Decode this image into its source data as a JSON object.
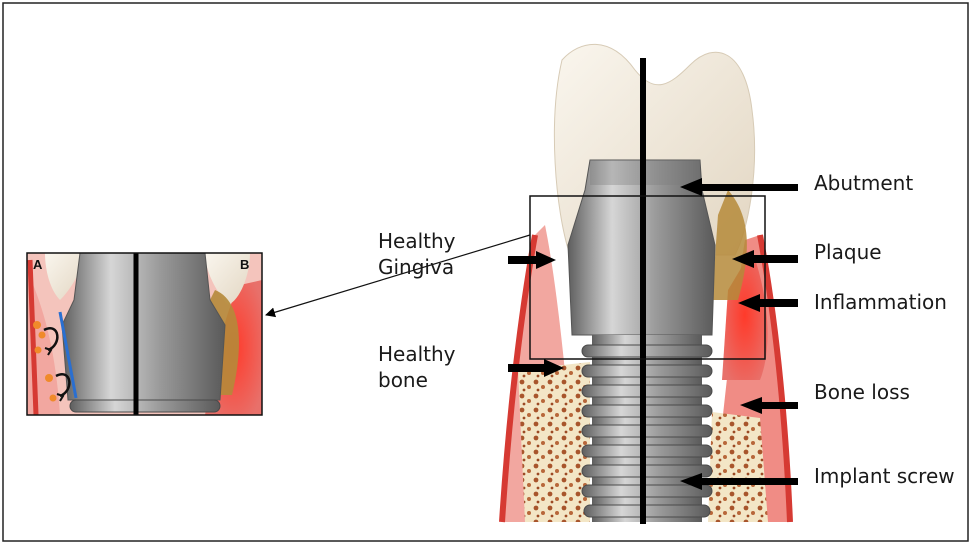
{
  "labels": {
    "abutment": "Abutment",
    "plaque": "Plaque",
    "inflammation": "Inflammation",
    "bone_loss": "Bone loss",
    "implant_screw": "Implant screw",
    "healthy_gingiva_line1": "Healthy",
    "healthy_gingiva_line2": "Gingiva",
    "healthy_bone_line1": "Healthy",
    "healthy_bone_line2": "bone"
  },
  "inset": {
    "left_letter": "A",
    "right_letter": "B"
  },
  "colors": {
    "gingiva": "#f2a7a0",
    "inflammation": "#e8302a",
    "plaque": "#b5893a",
    "bone": "#f3e6c6",
    "marrow": "#a8552c",
    "metal_light": "#c4c4c4",
    "metal_dark": "#6e6e6e",
    "tooth": "#f3ece0",
    "bacteria": "#f08a2a",
    "epithelium_line": "#2a6fd1"
  }
}
